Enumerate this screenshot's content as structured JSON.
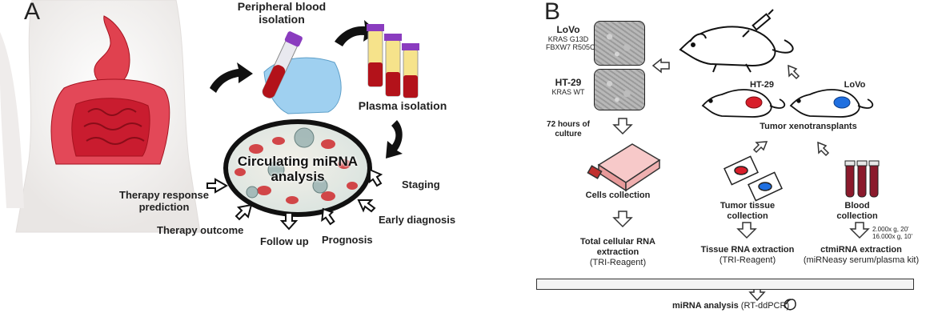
{
  "panel_a": {
    "label": "A",
    "peripheral_blood": [
      "Peripheral blood",
      "isolation"
    ],
    "plasma_isolation": "Plasma isolation",
    "circulating": [
      "Circulating miRNA",
      "analysis"
    ],
    "staging": "Staging",
    "early_diagnosis": "Early diagnosis",
    "prognosis": "Prognosis",
    "follow_up": "Follow up",
    "therapy_outcome": "Therapy outcome",
    "therapy_response": [
      "Therapy response",
      "prediction"
    ]
  },
  "panel_b": {
    "label": "B",
    "lovo": {
      "name": "LoVo",
      "mut1": "KRAS G13D",
      "mut2": "FBXW7 R505C"
    },
    "ht29": {
      "name": "HT-29",
      "mut": "KRAS WT"
    },
    "culture": [
      "72 hours of",
      "culture"
    ],
    "cells_collection": "Cells collection",
    "total_rna": [
      "Total cellular RNA",
      "extraction"
    ],
    "total_rna_reagent": "(TRI-Reagent)",
    "mouse_ht29": "HT-29",
    "mouse_lovo": "LoVo",
    "xenotransplants": "Tumor xenotransplants",
    "tissue_collection": [
      "Tumor tissue",
      "collection"
    ],
    "tissue_rna": "Tissue RNA extraction",
    "tissue_reagent": "(TRI-Reagent)",
    "blood_collection": [
      "Blood",
      "collection"
    ],
    "spin": [
      "2.000x g, 20'",
      "16.000x g, 10'"
    ],
    "ctmirna": "ctmiRNA extraction",
    "ctmirna_kit": "(miRNeasy serum/plasma kit)",
    "analysis_bold": "miRNA analysis",
    "analysis_method": " (RT-ddPCR)"
  },
  "colors": {
    "blood_red": "#b3121a",
    "tube_purple": "#8a3cbf",
    "glove_blue": "#9fd0f0",
    "lovo_blue": "#1f6fe0",
    "organ_red": "#d82a3c"
  }
}
